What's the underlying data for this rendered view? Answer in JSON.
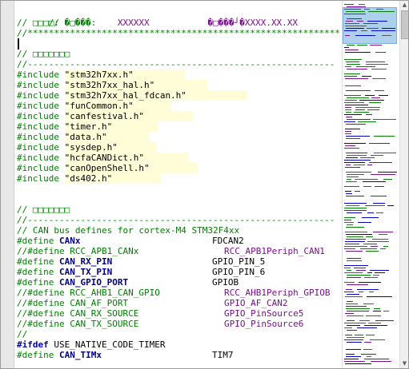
{
  "header": {
    "line1_label": "// �□���:",
    "line1_value": "XXXXXX",
    "line1_date": "�□���┘�XXXX.XX.XX",
    "line2": "// □□□□:",
    "line3": "//*************************************************************"
  },
  "include_section": {
    "heading": "// □□□□□□□",
    "separator": "//----------------------------------------------------------",
    "keyword": "#include",
    "files": [
      "\"stm32h7xx.h\"",
      "\"stm32h7xx_hal.h\"",
      "\"stm32h7xx_hal_fdcan.h\"",
      "\"funCommon.h\"",
      "\"canfestival.h\"",
      "\"timer.h\"",
      "\"data.h\"",
      "\"sysdep.h\"",
      "\"hcfaCANDict.h\"",
      "\"canOpenShell.h\"",
      "\"ds402.h\""
    ]
  },
  "define_section": {
    "heading": "// □□□□□□□",
    "separator": "//----------------------------------------------------------",
    "comment": "// CAN bus defines for cortex-M4 STM32F4xx",
    "define_kw": "#define",
    "commented_define_kw": "//#define",
    "rows": [
      {
        "commented": false,
        "name": "CANx",
        "value": "FDCAN2"
      },
      {
        "commented": true,
        "name": "RCC_APB1_CANx",
        "value": "RCC_APB1Periph_CAN1"
      },
      {
        "commented": false,
        "name": "CAN_RX_PIN",
        "value": "GPIO_PIN_5"
      },
      {
        "commented": false,
        "name": "CAN_TX_PIN",
        "value": "GPIO_PIN_6"
      },
      {
        "commented": false,
        "name": "CAN_GPIO_PORT",
        "value": "GPIOB"
      },
      {
        "commented": true,
        "name": "RCC_AHB1_CAN_GPIO",
        "value": "RCC_AHB1Periph_GPIOB"
      },
      {
        "commented": true,
        "name": "CAN_AF_PORT",
        "value": "GPIO_AF_CAN2"
      },
      {
        "commented": true,
        "name": "CAN_RX_SOURCE",
        "value": "GPIO_PinSource5"
      },
      {
        "commented": true,
        "name": "CAN_TX_SOURCE",
        "value": "GPIO_PinSource6"
      }
    ],
    "empty_comment": "//",
    "ifdef_kw": "#ifdef",
    "ifdef_name": "USE_NATIVE_CODE_TIMER",
    "timer_name": "CAN_TIMx",
    "timer_value": "TIM7"
  },
  "colors": {
    "comment": "#008000",
    "directive": "#0000c0",
    "macro": "#7a0f8c",
    "string_bg": "#fffcd8",
    "minimap_viewport": "#9fc9eb"
  }
}
